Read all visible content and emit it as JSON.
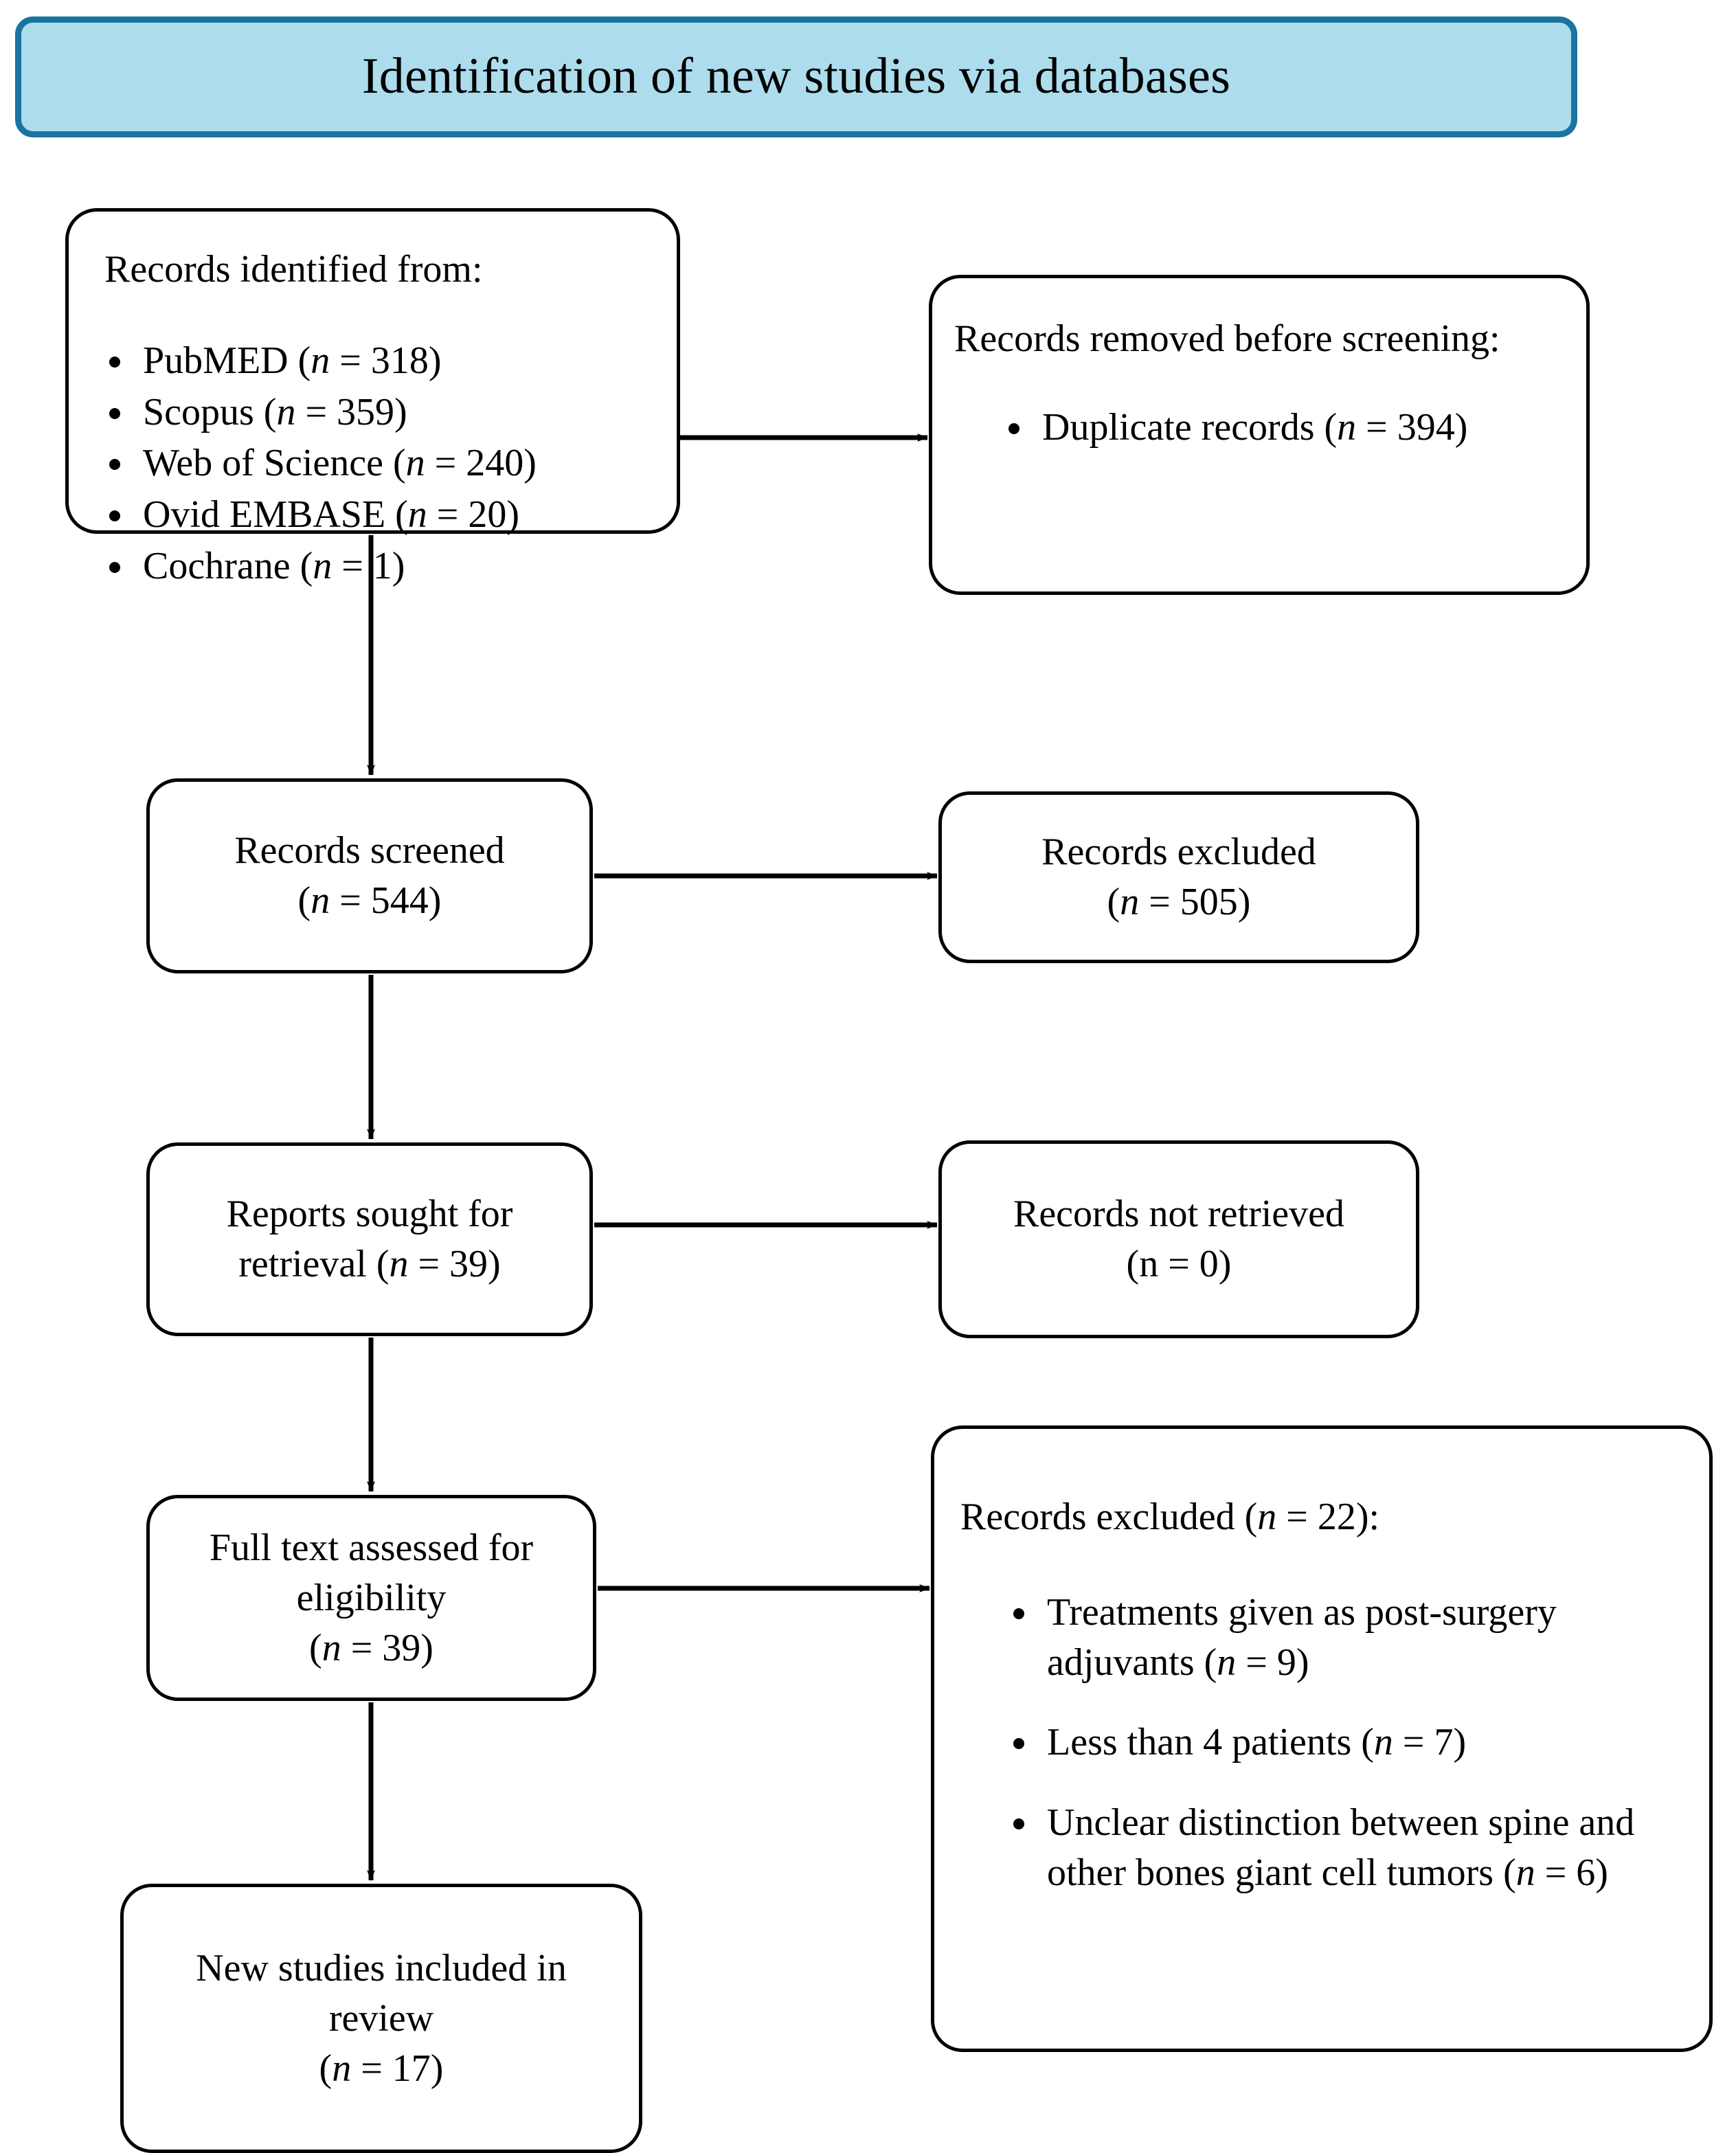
{
  "banner": {
    "title": "Identification of new studies via databases"
  },
  "boxes": {
    "identified": {
      "lead": "Records identified from:",
      "items": [
        {
          "label": "PubMED (",
          "n": "n",
          "value": " = 318)"
        },
        {
          "label": "Scopus (",
          "n": "n",
          "value": " = 359)"
        },
        {
          "label": "Web of Science (",
          "n": "n",
          "value": " = 240)"
        },
        {
          "label": "Ovid EMBASE (",
          "n": "n",
          "value": " = 20)"
        },
        {
          "label": "Cochrane (",
          "n": "n",
          "value": " = 1)"
        }
      ]
    },
    "removed": {
      "lead": "Records removed before screening:",
      "items": [
        {
          "label": "Duplicate records (",
          "n": "n",
          "value": " = 394)"
        }
      ]
    },
    "screened": {
      "line1": "Records screened",
      "n": "n",
      "line2_pre": "(",
      "line2_post": " = 544)"
    },
    "excluded1": {
      "line1": "Records excluded",
      "n": "n",
      "line2_pre": "(",
      "line2_post": " = 505)"
    },
    "sought": {
      "line1": "Reports sought for",
      "line2_pre": "retrieval (",
      "n": "n",
      "line2_post": " = 39)"
    },
    "not_retrieved": {
      "line1": "Records not retrieved",
      "line2": "(n = 0)"
    },
    "fulltext": {
      "line1": "Full text assessed for",
      "line2": "eligibility",
      "line3_pre": "(",
      "n": "n",
      "line3_post": " = 39)"
    },
    "excluded2": {
      "lead_pre": "Records excluded (",
      "lead_n": "n",
      "lead_post": " = 22):",
      "items": [
        {
          "label": "Treatments given as post-surgery adjuvants (",
          "n": "n",
          "value": " = 9)"
        },
        {
          "label": "Less than 4 patients (",
          "n": "n",
          "value": " = 7)"
        },
        {
          "label": "Unclear distinction between spine and other bones giant cell tumors (",
          "n": "n",
          "value": " = 6)"
        }
      ]
    },
    "included": {
      "line1": "New studies included in",
      "line2": "review",
      "line3_pre": "(",
      "n": "n",
      "line3_post": " = 17)"
    }
  },
  "colors": {
    "banner_fill": "#addded",
    "banner_border": "#1b74a0",
    "box_border": "#000000",
    "text": "#000000"
  },
  "chart_data": {
    "type": "diagram",
    "title": "Identification of new studies via databases",
    "flow": [
      {
        "from": "Records identified from",
        "to": "Records removed before screening",
        "direction": "right"
      },
      {
        "from": "Records identified from",
        "to": "Records screened",
        "direction": "down"
      },
      {
        "from": "Records screened",
        "to": "Records excluded",
        "direction": "right"
      },
      {
        "from": "Records screened",
        "to": "Reports sought for retrieval",
        "direction": "down"
      },
      {
        "from": "Reports sought for retrieval",
        "to": "Records not retrieved",
        "direction": "right"
      },
      {
        "from": "Reports sought for retrieval",
        "to": "Full text assessed for eligibility",
        "direction": "down"
      },
      {
        "from": "Full text assessed for eligibility",
        "to": "Records excluded (n = 22)",
        "direction": "right"
      },
      {
        "from": "Full text assessed for eligibility",
        "to": "New studies included in review",
        "direction": "down"
      }
    ],
    "counts": {
      "PubMED": 318,
      "Scopus": 359,
      "Web of Science": 240,
      "Ovid EMBASE": 20,
      "Cochrane": 1,
      "Duplicate records": 394,
      "Records screened": 544,
      "Records excluded (screening)": 505,
      "Reports sought for retrieval": 39,
      "Records not retrieved": 0,
      "Full text assessed for eligibility": 39,
      "Records excluded (full text)": 22,
      "Treatments given as post-surgery adjuvants": 9,
      "Less than 4 patients": 7,
      "Unclear distinction between spine and other bones giant cell tumors": 6,
      "New studies included in review": 17
    }
  }
}
